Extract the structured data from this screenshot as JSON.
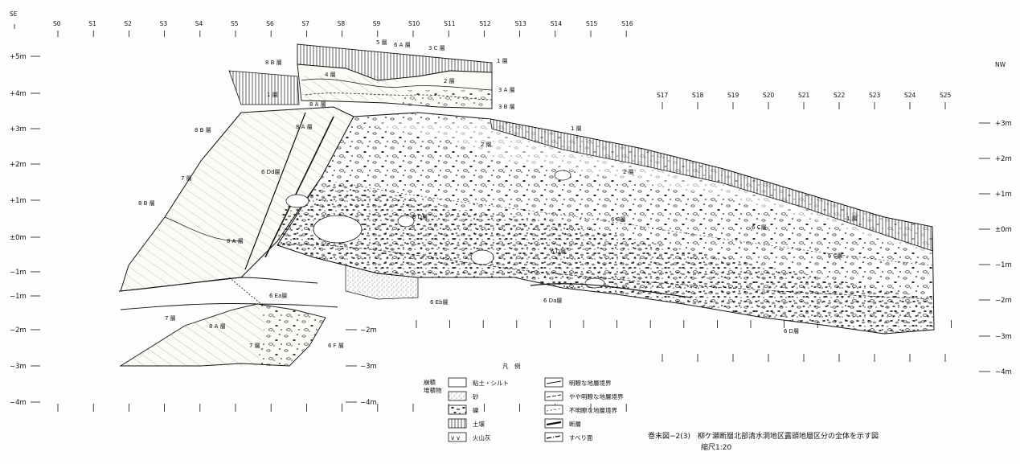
{
  "orientation": {
    "left": "SE",
    "right": "NW"
  },
  "stations_top": [
    "S0",
    "S1",
    "S2",
    "S3",
    "S4",
    "S5",
    "S6",
    "S7",
    "S8",
    "S9",
    "S10",
    "S11",
    "S12",
    "S13",
    "S14",
    "S15",
    "S16"
  ],
  "stations_right": [
    "S17",
    "S18",
    "S19",
    "S20",
    "S21",
    "S22",
    "S23",
    "S24",
    "S25"
  ],
  "elevations_left": [
    "+5m",
    "+4m",
    "+3m",
    "+2m",
    "+1m",
    "±0m",
    "−1m",
    "−1m",
    "−2m",
    "−3m",
    "−4m"
  ],
  "elevations_middle": [
    "−2m",
    "−3m",
    "−4m"
  ],
  "elevations_right": [
    "+3m",
    "+2m",
    "+1m",
    "±0m",
    "−1m",
    "−2m",
    "−3m",
    "−4m"
  ],
  "layer_labels": {
    "l1_top": "1 層",
    "l5": "5 層",
    "l6a_top": "6 A 層",
    "l3c": "3 C 層",
    "l8b_top": "8 B 層",
    "l4": "4 層",
    "l2_top": "2 層",
    "l3a": "3 A 層",
    "l1_left": "1 層",
    "l8a_inner": "8 A 層",
    "l3b": "3 B 層",
    "l8a_upper": "8 A 層",
    "l8b_left": "8 B 層",
    "l6dd_top": "6 Dd層",
    "l7_left": "7 層",
    "l8b_lower": "8 B 層",
    "l8a_mid": "8 A 層",
    "l1_right": "1 層",
    "l2_right": "2 層",
    "l2_mid": "2 層",
    "l6d_mid": "6 D層",
    "l6b": "6 B層",
    "l6c": "6 C層",
    "l6d_lower": "6 D層",
    "l6c_right": "6 C層",
    "l1_far": "1 層",
    "l6ea": "6 Ea層",
    "l6eb": "6 Eb層",
    "l6da": "6 Da層",
    "l6d_bottom": "6 D層",
    "l7_lower": "7 層",
    "l8a_lower": "8 A 層",
    "l7_lower2": "7 層",
    "l6f": "6 F 層"
  },
  "legend": {
    "title": "凡　例",
    "group_label": "崩積\n堆積物",
    "left_items": [
      "粘土・シルト",
      "砂",
      "礫",
      "土壌",
      "火山灰"
    ],
    "right_items": [
      "明瞭な地層境界",
      "やや明瞭な地層境界",
      "不明瞭な地層境界",
      "断層",
      "すべり面"
    ]
  },
  "caption": {
    "title": "巻末図−2(3)　柳ケ瀬断層北部清水洞地区露頭地層区分の全体を示す図",
    "scale": "縮尺1:20"
  }
}
